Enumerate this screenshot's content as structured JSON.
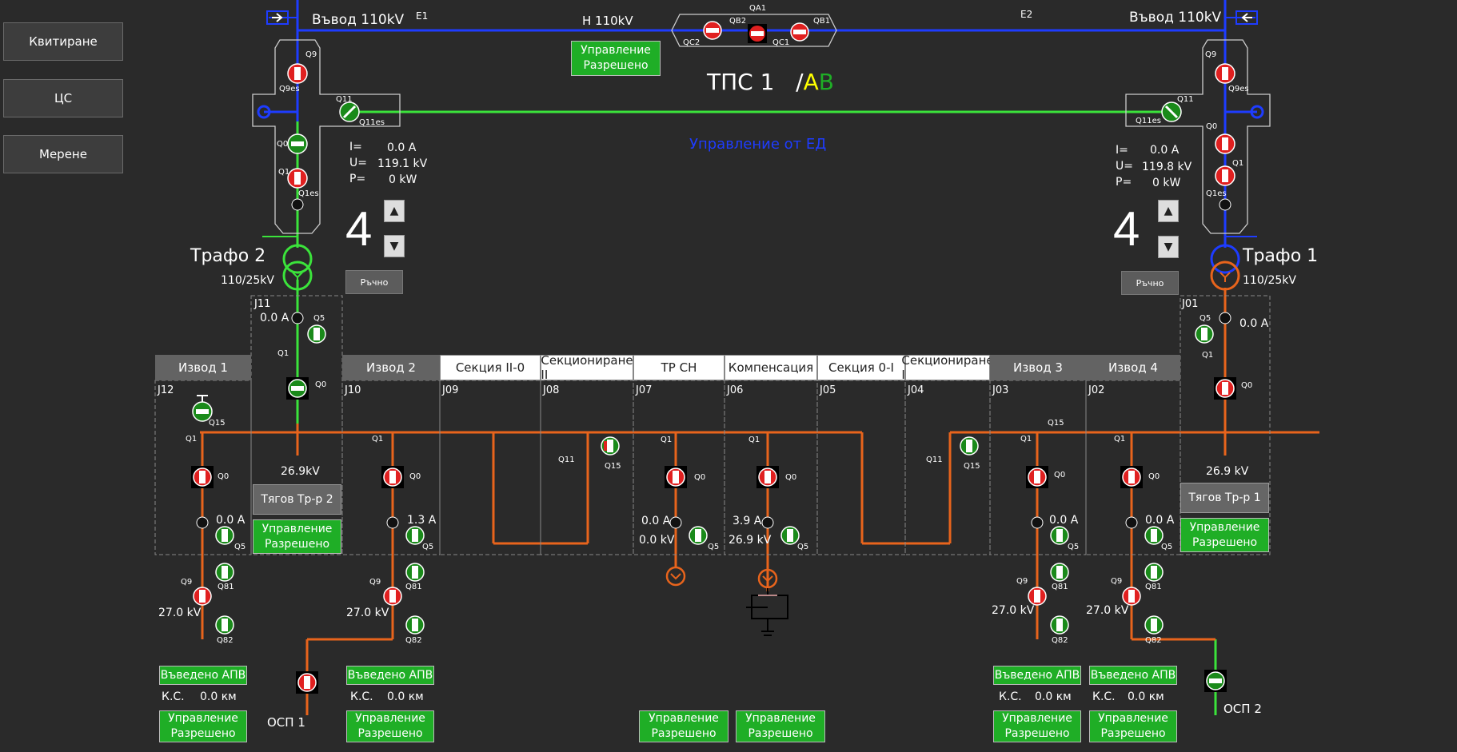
{
  "side_buttons": [
    "Квитиране",
    "ЦС",
    "Мерене"
  ],
  "top": {
    "input_left": "Въвод 110kV",
    "input_right": "Въвод 110kV",
    "e1": "E1",
    "e2": "E2",
    "bus": "Н 110kV",
    "qa1": "QA1",
    "qb2": "QB2",
    "qb1": "QB1",
    "qc2": "QC2",
    "qc1": "QC1",
    "control_top": [
      "Управление",
      "Разрешено"
    ],
    "station_title": "ТПС 1",
    "slash": "/",
    "a": "A",
    "b": "B",
    "control_source": "Управление от  ЕД"
  },
  "left_tr": {
    "q9": "Q9",
    "q9es": "Q9es",
    "q11": "Q11",
    "q11es": "Q11es",
    "q0": "Q0",
    "q1": "Q1",
    "q1es": "Q1es",
    "i_label": "I=",
    "u_label": "U=",
    "p_label": "P=",
    "i_val": "0.0 A",
    "u_val": "119.1 kV",
    "p_val": "0 kW",
    "tap": "4",
    "mode": "Ръчно",
    "name": "Трафо 2",
    "ratio": "110/25kV",
    "j": "J11",
    "cur": "0.0 A",
    "q5": "Q5",
    "q1b": "Q1",
    "q0b": "Q0",
    "volt": "26.9kV",
    "load": "Тягов Тр-р 2",
    "control": [
      "Управление",
      "Разрешено"
    ]
  },
  "right_tr": {
    "q9": "Q9",
    "q9es": "Q9es",
    "q11": "Q11",
    "q11es": "Q11es",
    "q0": "Q0",
    "q1": "Q1",
    "q1es": "Q1es",
    "i_label": "I=",
    "u_label": "U=",
    "p_label": "P=",
    "i_val": "0.0 A",
    "u_val": "119.8 kV",
    "p_val": "0 kW",
    "tap": "4",
    "mode": "Ръчно",
    "name": "Трафо 1",
    "ratio": "110/25kV",
    "j": "J01",
    "cur": "0.0 A",
    "q5": "Q5",
    "q1b": "Q1",
    "q0b": "Q0",
    "volt": "26.9 kV",
    "load": "Тягов Тр-р 1",
    "control": [
      "Управление",
      "Разрешено"
    ]
  },
  "headers": [
    {
      "label": "Извод 1",
      "style": "dark"
    },
    {
      "label": "Извод 2",
      "style": "dark"
    },
    {
      "label": "Секция II-0",
      "style": "light"
    },
    {
      "label": "Секциониране II",
      "style": "light"
    },
    {
      "label": "ТР СН",
      "style": "light"
    },
    {
      "label": "Компенсация",
      "style": "light"
    },
    {
      "label": "Секция 0-I",
      "style": "light"
    },
    {
      "label": "Секциониране I",
      "style": "light"
    },
    {
      "label": "Извод 3",
      "style": "dark"
    },
    {
      "label": "Извод 4",
      "style": "dark"
    }
  ],
  "cells": [
    "J12",
    "J10",
    "J09",
    "J08",
    "J07",
    "J06",
    "J05",
    "J04",
    "J03",
    "J02"
  ],
  "feeders": [
    {
      "q15": "Q15",
      "q1": "Q1",
      "q0": "Q0",
      "cur": "0.0 A",
      "q5": "Q5",
      "q9": "Q9",
      "q81": "Q81",
      "q82": "Q82",
      "volt": "27.0 kV",
      "apv": "Въведено АПВ",
      "ks": "К.С.",
      "km": "0.0 км",
      "control": [
        "Управление",
        "Разрешено"
      ]
    },
    {
      "q1": "Q1",
      "q0": "Q0",
      "cur": "1.3 A",
      "q5": "Q5",
      "q9": "Q9",
      "q81": "Q81",
      "q82": "Q82",
      "volt": "27.0 kV",
      "apv": "Въведено АПВ",
      "ks": "К.С.",
      "km": "0.0 км",
      "control": [
        "Управление",
        "Разрешено"
      ]
    },
    {
      "q15": "Q15",
      "q1": "Q1",
      "q0": "Q0",
      "cur": "0.0 A",
      "q5": "Q5",
      "q9": "Q9",
      "q81": "Q81",
      "q82": "Q82",
      "volt": "27.0 kV",
      "apv": "Въведено АПВ",
      "ks": "К.С.",
      "km": "0.0 км",
      "control": [
        "Управление",
        "Разрешено"
      ]
    },
    {
      "q1": "Q1",
      "q0": "Q0",
      "cur": "0.0 A",
      "q5": "Q5",
      "q9": "Q9",
      "q81": "Q81",
      "q82": "Q82",
      "volt": "27.0 kV",
      "apv": "Въведено АПВ",
      "ks": "К.С.",
      "km": "0.0 км",
      "control": [
        "Управление",
        "Разрешено"
      ]
    }
  ],
  "sect2": {
    "q11": "Q11",
    "q15": "Q15"
  },
  "sect1": {
    "q11": "Q11",
    "q15": "Q15"
  },
  "trsn": {
    "q1": "Q1",
    "q0": "Q0",
    "cur": "0.0 A",
    "volt": "0.0 kV",
    "q5": "Q5",
    "control": [
      "Управление",
      "Разрешено"
    ]
  },
  "comp": {
    "q1": "Q1",
    "q0": "Q0",
    "cur": "3.9 A",
    "volt": "26.9 kV",
    "q5": "Q5",
    "control": [
      "Управление",
      "Разрешено"
    ]
  },
  "osp1": "ОСП 1",
  "osp2": "ОСП 2",
  "colors": {
    "blue": "#1e3cff",
    "green": "#3be33b",
    "orange": "#e8641c",
    "ok": "#1fae26"
  }
}
